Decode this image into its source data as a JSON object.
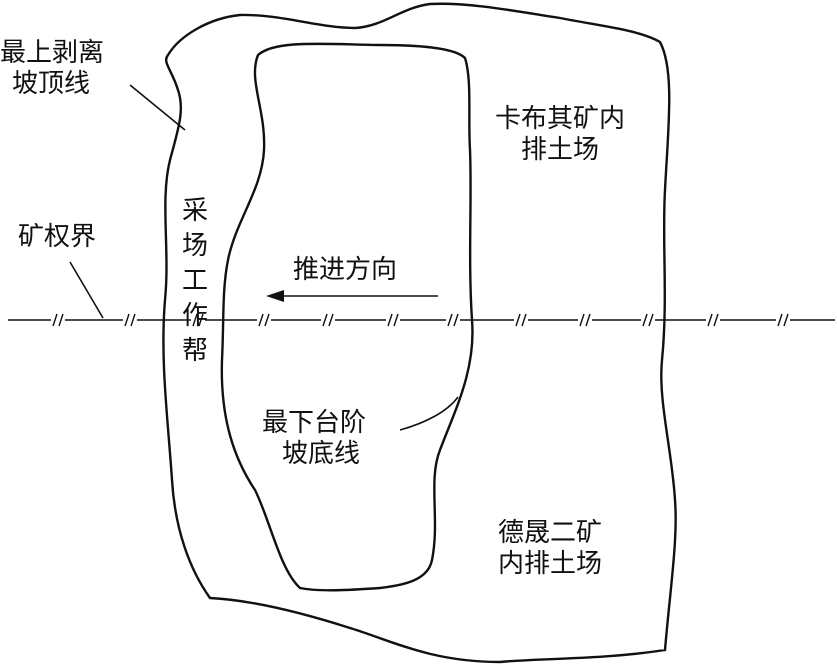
{
  "diagram": {
    "labels": {
      "top_slope_line": [
        "最上剥离",
        "坡顶线"
      ],
      "boundary": "矿权界",
      "working_face": [
        "采",
        "场",
        "工",
        "作",
        "帮"
      ],
      "advance_direction": "推进方向",
      "bottom_slope_line": [
        "最下台阶",
        "坡底线"
      ],
      "dump_kabuqi": [
        "卡布其矿内",
        "排土场"
      ],
      "dump_desheng": [
        "德晟二矿",
        "内排土场"
      ]
    },
    "colors": {
      "stroke": "#111111",
      "background": "#ffffff"
    }
  }
}
